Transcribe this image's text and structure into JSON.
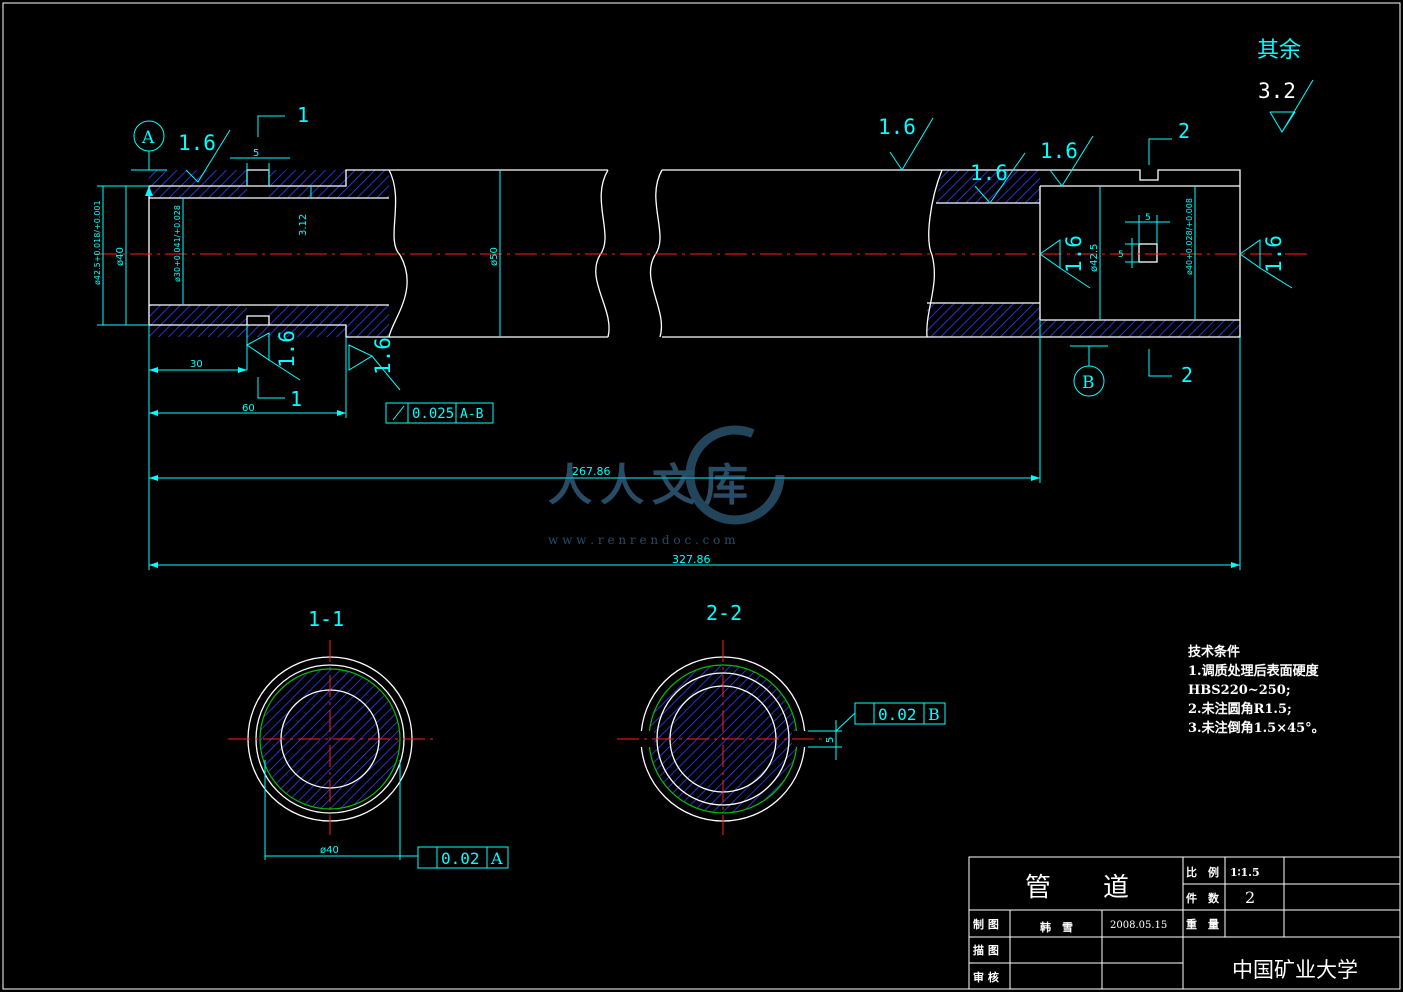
{
  "surface_note": {
    "label": "其余",
    "value": "3.2"
  },
  "roughness": {
    "r16": "1.6"
  },
  "datums": {
    "a": "A",
    "b": "B"
  },
  "sections": {
    "one": "1",
    "two": "2",
    "view1": "1-1",
    "view2": "2-2"
  },
  "dimensions": {
    "d5_top": "5",
    "d312": "3.12",
    "d425_tol": "ø42.5+0.018/+0.001",
    "d40": "ø40",
    "d30_tol": "ø30+0.041/+0.028",
    "d50": "ø50",
    "d30": "30",
    "d60": "60",
    "d26786": "267.86",
    "d32786": "327.86",
    "d425": "ø42.5",
    "d5_right": "5",
    "d5_left": "5",
    "d40_right_tol": "ø40+0.028/+0.008",
    "d40_section": "ø40",
    "d5_section": "5"
  },
  "tolerances": {
    "runout": {
      "value": "0.025",
      "datum": "A-B"
    },
    "sec1": {
      "value": "0.02",
      "datum": "A"
    },
    "sec2": {
      "value": "0.02",
      "datum": "B"
    }
  },
  "tech_notes": {
    "title": "技术条件",
    "l1": "1.调质处理后表面硬度",
    "l2": "HBS220~250;",
    "l3": "2.未注圆角R1.5;",
    "l4": "3.未注倒角1.5×45°。"
  },
  "title_block": {
    "part_name": "管　　道",
    "scale_label": "比　例",
    "scale_value": "1∶1.5",
    "qty_label": "件　数",
    "qty_value": "2",
    "weight_label": "重　量",
    "drawn_label": "制 图",
    "drawn_name": "韩　雪",
    "drawn_date": "2008.05.15",
    "traced_label": "描 图",
    "checked_label": "审 核",
    "school": "中国矿业大学"
  },
  "watermark": {
    "brand": "人人文库",
    "url": "w w w . r e n r e n d o c . c o m"
  }
}
